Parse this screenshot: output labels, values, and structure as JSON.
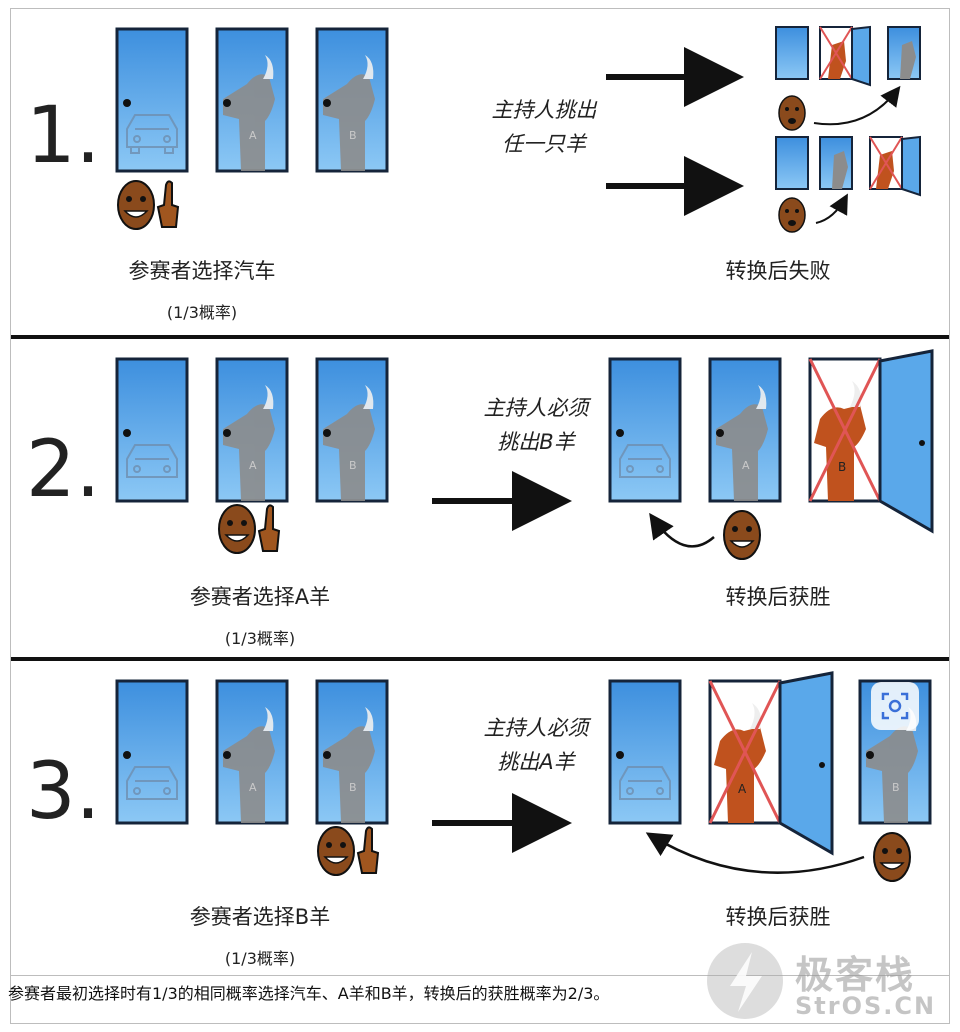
{
  "panels": [
    {
      "number": "1.",
      "host_text_line1": "主持人挑出",
      "host_text_line2": "任一只羊",
      "choice_label": "参赛者选择汽车",
      "probability": "(1/3概率)",
      "result_label": "转换后失败"
    },
    {
      "number": "2.",
      "host_text_line1": "主持人必须",
      "host_text_line2": "挑出B羊",
      "choice_label": "参赛者选择A羊",
      "probability": "(1/3概率)",
      "result_label": "转换后获胜"
    },
    {
      "number": "3.",
      "host_text_line1": "主持人必须",
      "host_text_line2": "挑出A羊",
      "choice_label": "参赛者选择B羊",
      "probability": "(1/3概率)",
      "result_label": "转换后获胜"
    }
  ],
  "door_letters": {
    "a": "A",
    "b": "B"
  },
  "caption": "参赛者最初选择时有1/3的相同概率选择汽车、A羊和B羊，转换后的获胜概率为2/3。",
  "watermark": {
    "name": "极客栈",
    "domain": "StrOS.CN"
  },
  "colors": {
    "door": "#5aa8ea",
    "door_border": "#15243a",
    "goat": "#8c8c8c",
    "goat_open": "#c0521e",
    "cross": "#e05555",
    "face": "#8a4a1c"
  },
  "icons": [
    "car-icon",
    "goat-icon",
    "face-icon",
    "pointing-hand-icon",
    "arrow-icon",
    "lens-icon"
  ]
}
